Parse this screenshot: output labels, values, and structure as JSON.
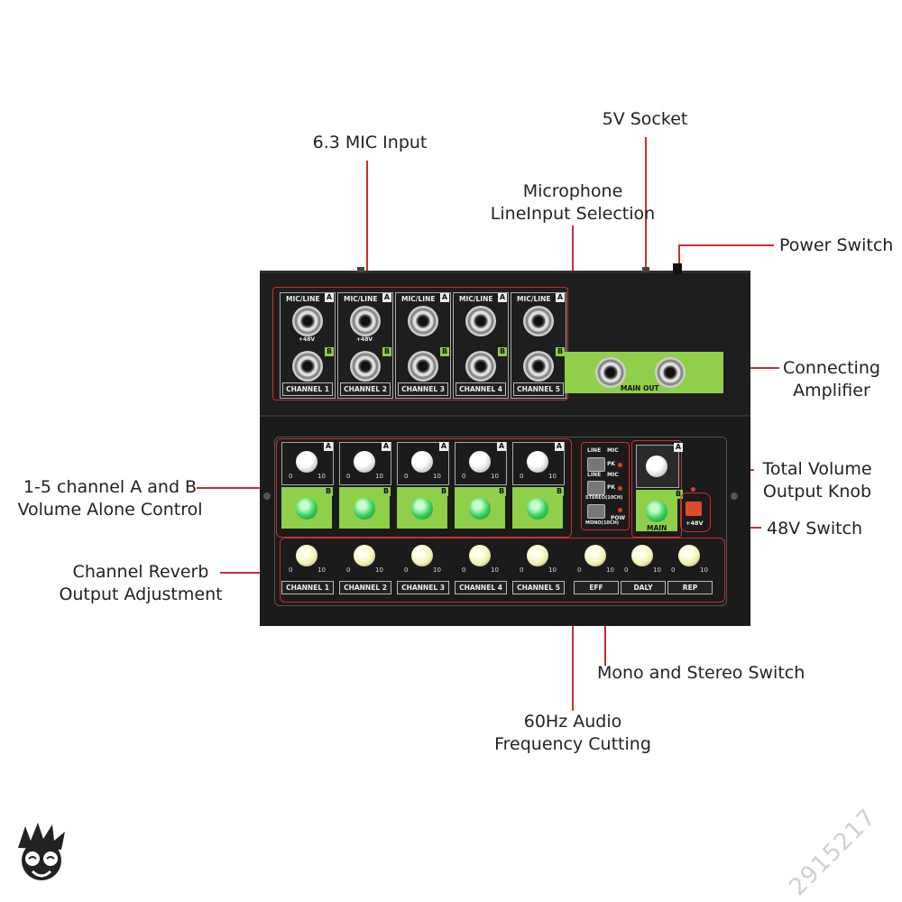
{
  "callouts": {
    "mic_input": "6.3 MIC Input",
    "socket_5v": "5V Socket",
    "mic_line_select": [
      "Microphone",
      "LineInput Selection"
    ],
    "power_switch": "Power Switch",
    "connecting_amp": [
      "Connecting",
      "Amplifier"
    ],
    "channel_volume": [
      "1-5 channel A and B",
      "Volume Alone Control"
    ],
    "total_volume": [
      "Total Volume",
      "Output Knob"
    ],
    "switch_48v": "48V Switch",
    "reverb_adjust": [
      "Channel Reverb",
      "Output Adjustment"
    ],
    "mono_stereo": "Mono and Stereo Switch",
    "freq_cut": [
      "60Hz Audio",
      "Frequency Cutting"
    ]
  },
  "device": {
    "mic_line_label": "MIC/LINE",
    "phantom_label": "+48V",
    "tag_a": "A",
    "tag_b": "B",
    "channels": [
      "CHANNEL 1",
      "CHANNEL 2",
      "CHANNEL 3",
      "CHANNEL 4",
      "CHANNEL 5"
    ],
    "main_out": "MAIN OUT",
    "main_label": "MAIN",
    "knob_min": "0",
    "knob_max": "10",
    "effect_labels": [
      "EFF",
      "DALY",
      "REP"
    ],
    "switch_labels": [
      "LINE",
      "MIC",
      "PK",
      "LINE",
      "MIC",
      "PK",
      "STEREO(10CH)",
      "POW",
      "MONO(10CH)"
    ],
    "phantom_btn": "+48V",
    "eff_strip": "EFF"
  },
  "watermark": "2915217",
  "colors": {
    "callout_line": "#c83030",
    "device_body": "#1b1b1b",
    "green_panel": "#8fcf4a"
  }
}
